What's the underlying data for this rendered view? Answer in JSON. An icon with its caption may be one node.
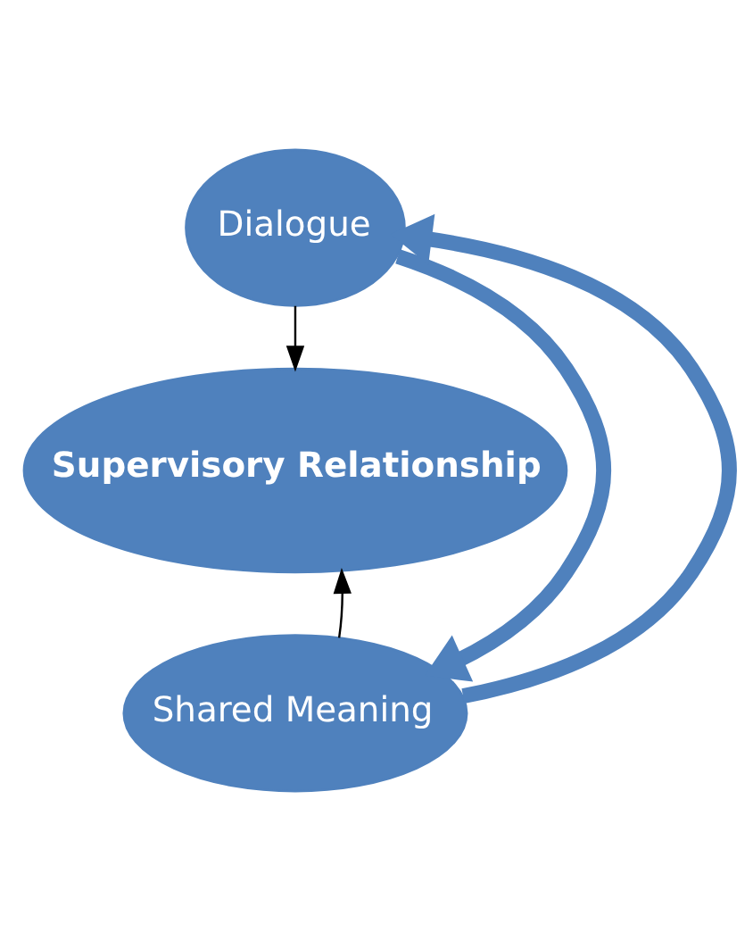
{
  "diagram": {
    "nodes": [
      {
        "text": [
          "Dialogue"
        ]
      },
      {
        "text": [
          "Supervisory Relationship"
        ]
      },
      {
        "text": [
          "Shared Meaning"
        ]
      }
    ],
    "edges": [
      {
        "from": 0,
        "to": 1,
        "arrow": "to"
      },
      {
        "from": 2,
        "to": 1,
        "arrow": "to"
      },
      {
        "from": 0,
        "to": 2,
        "arrow": "to",
        "style": "thick",
        "color": "#4f81bd"
      },
      {
        "from": 2,
        "to": 0,
        "arrow": "to",
        "style": "thick",
        "color": "#4f81bd"
      }
    ]
  }
}
